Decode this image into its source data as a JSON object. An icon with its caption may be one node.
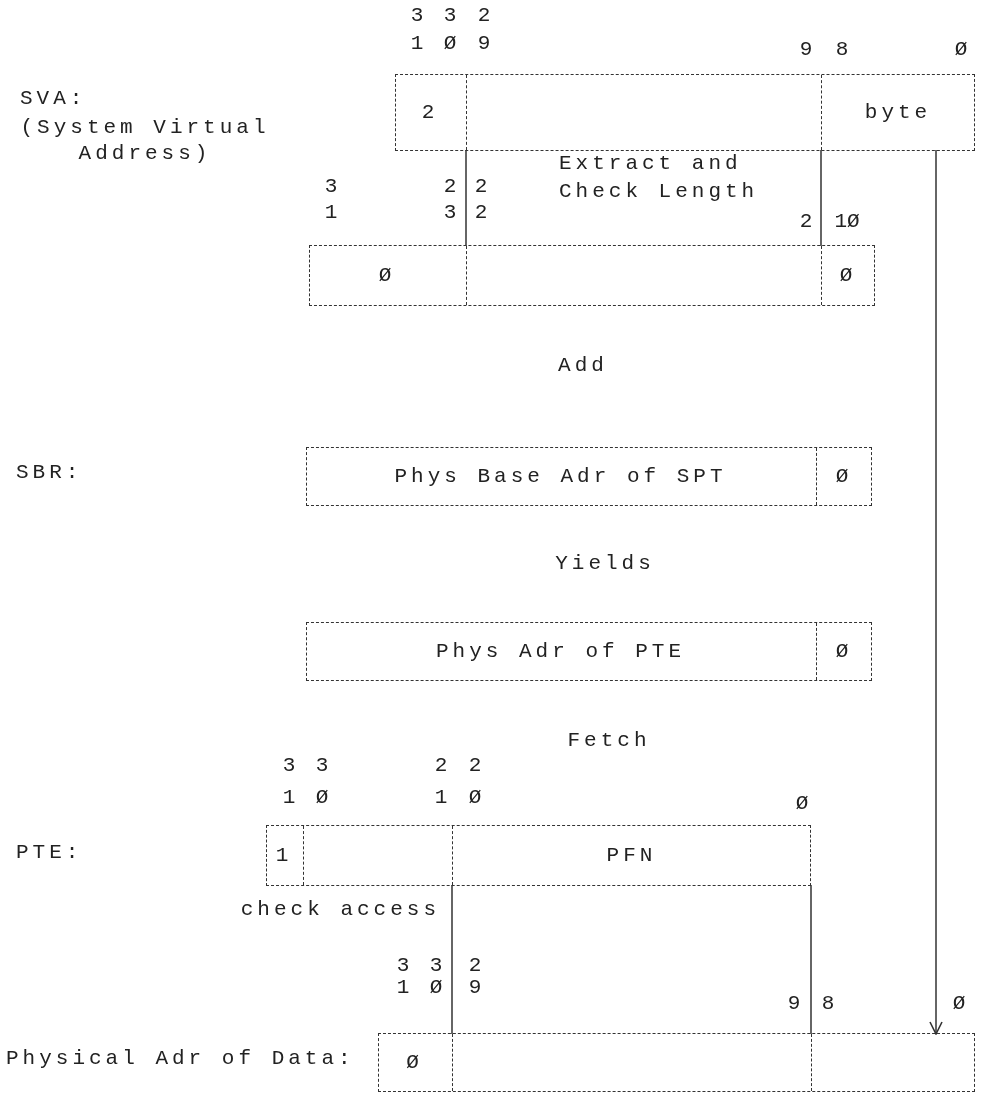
{
  "diagram": {
    "nodes": [
      {
        "text": [],
        "shape": "box",
        "beside": [
          "SVA:",
          "(System Virtual Address)"
        ]
      },
      {
        "text": [
          "2"
        ],
        "in": 0
      },
      {
        "text": [],
        "shape": "box",
        "in": 0
      },
      {
        "text": [
          "byte"
        ],
        "in": 0
      },
      {
        "text": [],
        "shape": "box"
      },
      {
        "text": [
          "Ø"
        ],
        "in": 4
      },
      {
        "text": [],
        "shape": "box",
        "in": 4
      },
      {
        "text": [
          "Ø"
        ],
        "in": 4
      },
      {
        "text": [],
        "shape": "box"
      },
      {
        "text": [
          "Phys Base Adr of SPT"
        ],
        "in": 8
      },
      {
        "text": [
          "Ø"
        ],
        "in": 8
      },
      {
        "text": [],
        "shape": "box"
      },
      {
        "text": [
          "Phys Adr of PTE"
        ],
        "in": 11
      },
      {
        "text": [
          "Ø"
        ],
        "in": 11
      },
      {
        "text": [],
        "shape": "box"
      },
      {
        "text": [
          "1"
        ],
        "in": 14
      },
      {
        "text": [],
        "shape": "box",
        "in": 14
      },
      {
        "text": [
          "PFN"
        ],
        "in": 14
      },
      {
        "text": [],
        "shape": "box",
        "beside": [
          "Physical Adr of Data:"
        ]
      },
      {
        "text": [
          "Ø"
        ],
        "in": 18
      },
      {
        "text": [],
        "shape": "box",
        "in": 18
      },
      {
        "text": [],
        "shape": "box",
        "in": 18
      }
    ],
    "edges": [
      {
        "from": 2,
        "to": 6,
        "arrow": "none"
      },
      {
        "from": 2,
        "to": 6,
        "arrow": "none"
      },
      {
        "from": 3,
        "to": 21,
        "arrow": "to"
      },
      {
        "from": 17,
        "to": 20,
        "arrow": "none",
        "label": "check access"
      },
      {
        "from": 17,
        "to": 20,
        "arrow": "none"
      }
    ],
    "labels": [
      "3 1",
      "3 Ø",
      "2 9",
      "9",
      "8",
      "Ø",
      "3 1",
      "2 3",
      "2 2",
      "Extract and Check Length",
      "2",
      "1Ø",
      "Add",
      "SBR:",
      "Yields",
      "Fetch",
      "3 1",
      "3 Ø",
      "2 1",
      "2 Ø",
      "Ø",
      "PTE:",
      "3 1",
      "3 Ø",
      "2 9",
      "9",
      "8",
      "Ø"
    ]
  }
}
